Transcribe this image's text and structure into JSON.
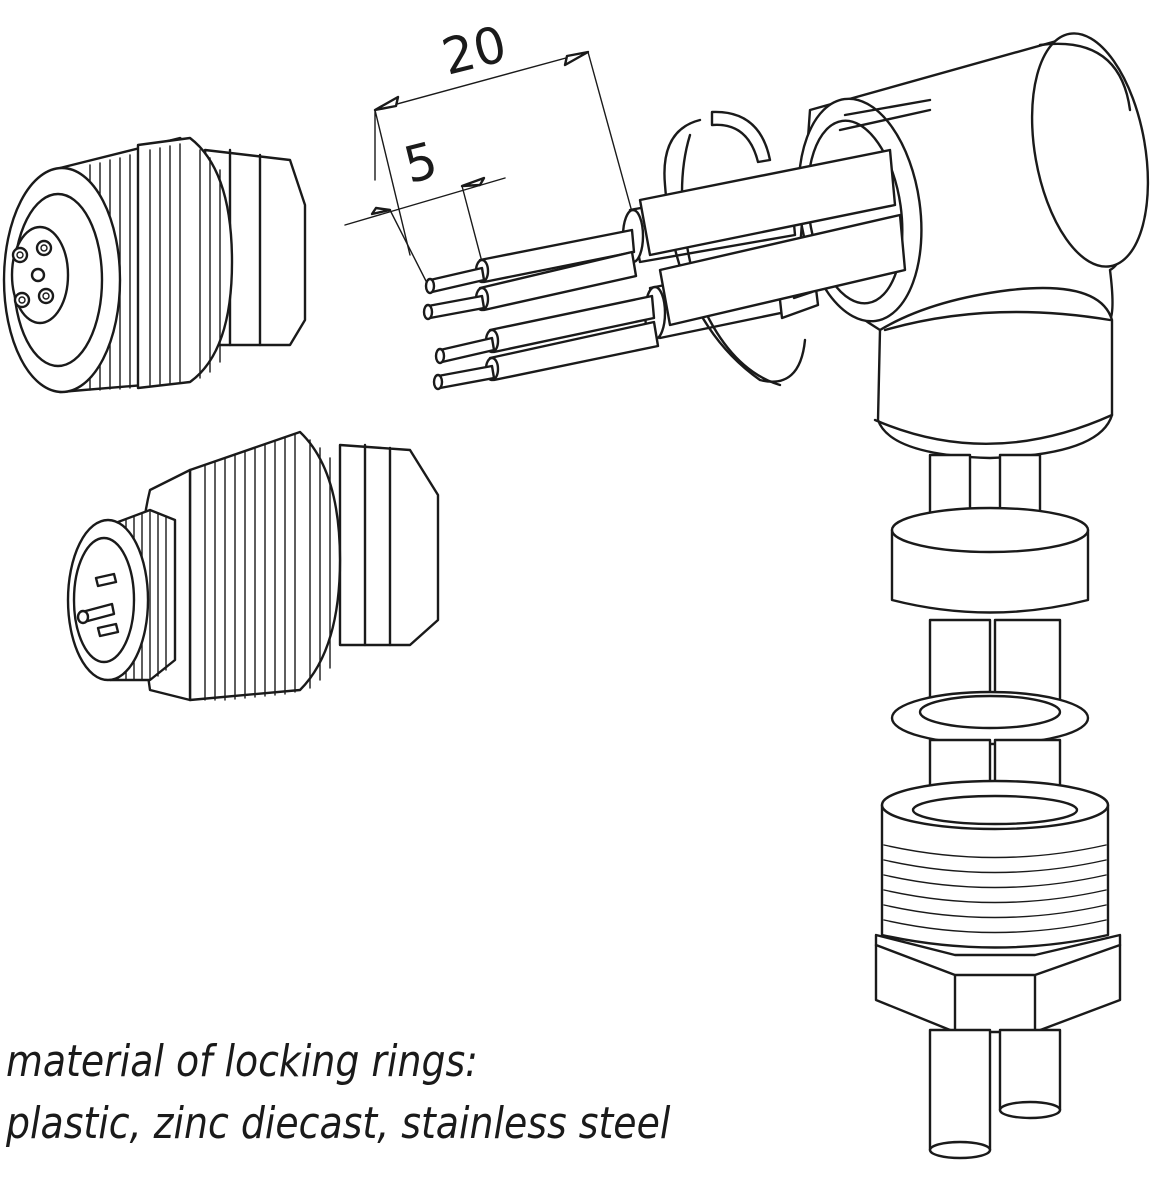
{
  "dimensions": {
    "outer_strip_length": "20",
    "inner_strip_length": "5"
  },
  "note": {
    "line1": "material of locking rings:",
    "line2": "plastic, zinc diecast, stainless steel"
  }
}
